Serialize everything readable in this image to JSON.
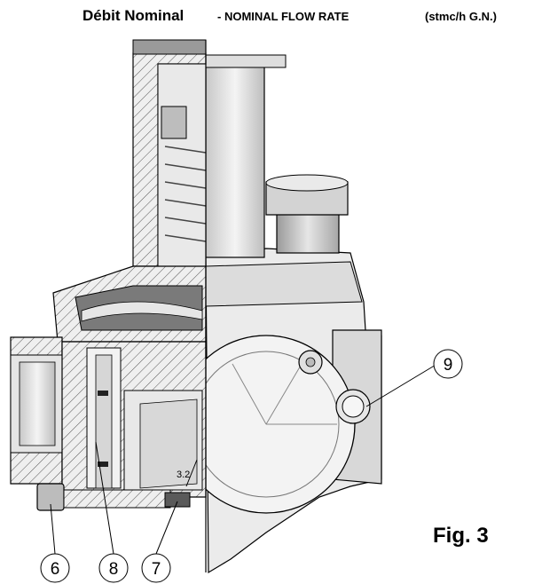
{
  "header": {
    "title_fr": "Débit Nominal",
    "title_en": "- NOMINAL FLOW RATE",
    "unit": "(stmc/h G.N.)"
  },
  "callouts": [
    "9",
    "6",
    "8",
    "7"
  ],
  "dimension_label": "3.2",
  "figure_label": "Fig. 3",
  "colors": {
    "line": "#000000",
    "body_light": "#ececec",
    "body_mid": "#cfcfcf",
    "section": "#b9b9b9"
  }
}
